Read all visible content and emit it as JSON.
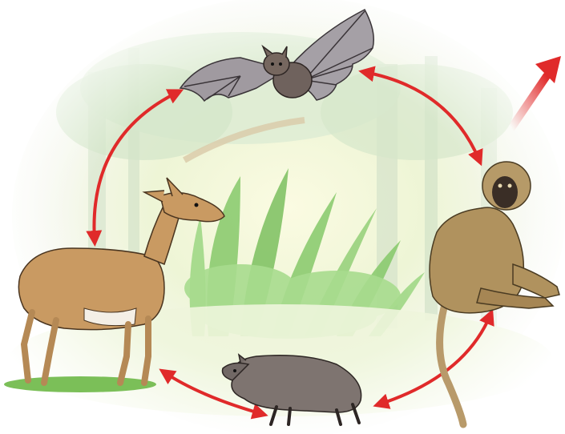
{
  "diagram": {
    "kind": "cycle",
    "nodes": [
      {
        "id": "bat",
        "icon": "bat-icon"
      },
      {
        "id": "monkey",
        "icon": "monkey-icon"
      },
      {
        "id": "agouti",
        "icon": "agouti-icon"
      },
      {
        "id": "deer",
        "icon": "deer-icon"
      }
    ],
    "edges": [
      {
        "from": "bat",
        "to": "monkey",
        "direction": "both"
      },
      {
        "from": "monkey",
        "to": "agouti",
        "direction": "both"
      },
      {
        "from": "agouti",
        "to": "deer",
        "direction": "both"
      },
      {
        "from": "deer",
        "to": "bat",
        "direction": "both"
      }
    ],
    "exit_arrow": {
      "from": "monkey",
      "direction": "out-top-right"
    },
    "colors": {
      "arrow": "#e02a2a",
      "foliage": "#86c96a",
      "background_glow": "#f4f6c8"
    }
  }
}
